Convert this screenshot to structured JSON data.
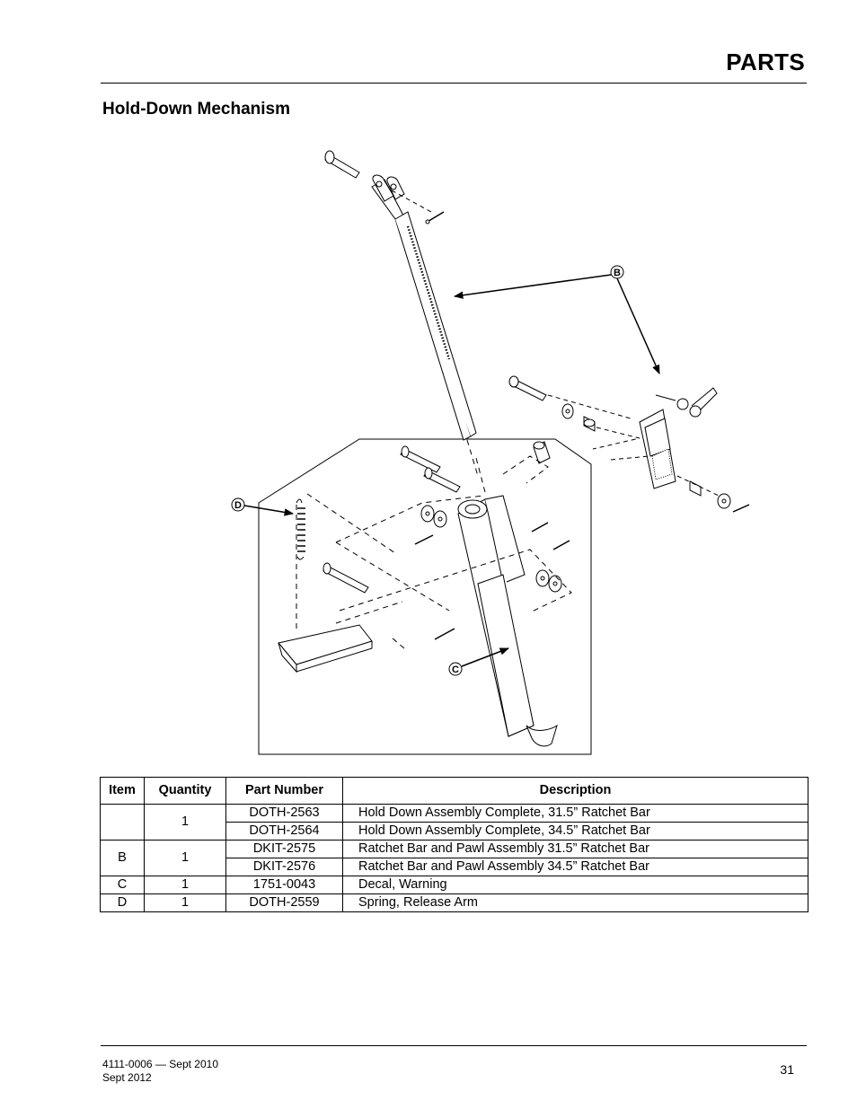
{
  "header": {
    "title": "PARTS"
  },
  "section": {
    "title": "Hold-Down Mechanism"
  },
  "figure": {
    "callouts": [
      "B",
      "C",
      "D"
    ]
  },
  "table": {
    "columns": [
      "Item",
      "Quantity",
      "Part Number",
      "Description"
    ],
    "groups": [
      {
        "item": "",
        "quantity": "1",
        "parts": [
          {
            "part_number": "DOTH-2563",
            "description": "Hold Down Assembly Complete, 31.5” Ratchet Bar"
          },
          {
            "part_number": "DOTH-2564",
            "description": "Hold Down Assembly Complete, 34.5” Ratchet Bar"
          }
        ]
      },
      {
        "item": "B",
        "quantity": "1",
        "parts": [
          {
            "part_number": "DKIT-2575",
            "description": "Ratchet Bar and Pawl Assembly 31.5” Ratchet Bar"
          },
          {
            "part_number": "DKIT-2576",
            "description": "Ratchet Bar and Pawl Assembly 34.5” Ratchet Bar"
          }
        ]
      },
      {
        "item": "C",
        "quantity": "1",
        "parts": [
          {
            "part_number": "1751-0043",
            "description": "Decal, Warning"
          }
        ]
      },
      {
        "item": "D",
        "quantity": "1",
        "parts": [
          {
            "part_number": "DOTH-2559",
            "description": "Spring, Release Arm"
          }
        ]
      }
    ]
  },
  "footer": {
    "doc_number": "4111-0006 — Sept 2010",
    "revision": "Sept 2012",
    "page_number": "31"
  }
}
